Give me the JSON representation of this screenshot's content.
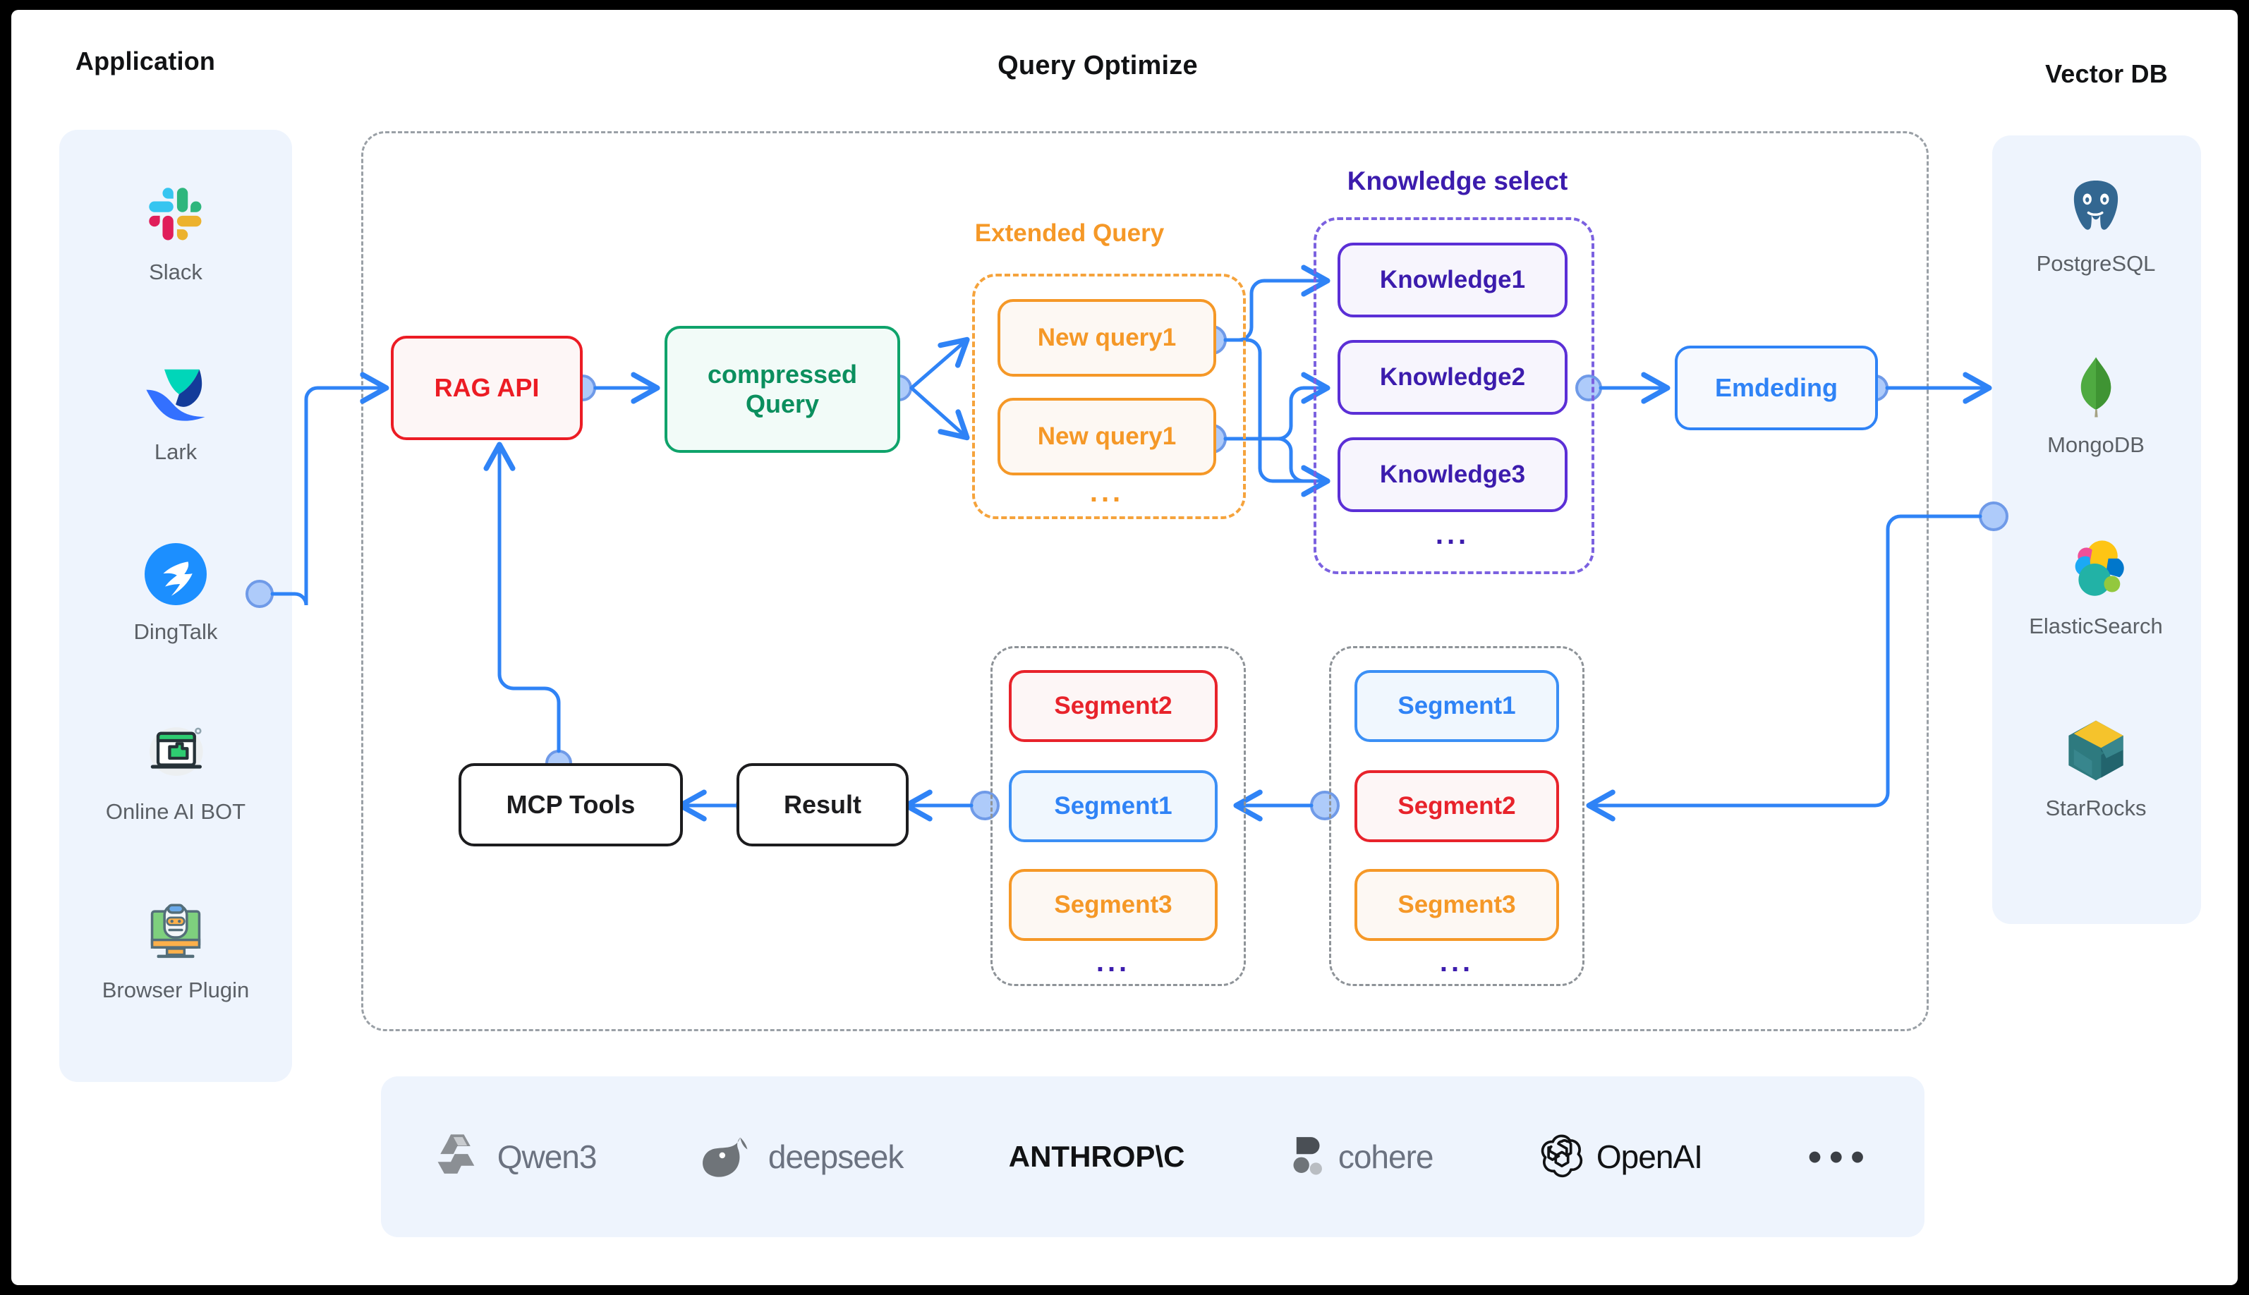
{
  "columns": {
    "application": "Application",
    "query_optimize": "Query Optimize",
    "vector_db": "Vector DB"
  },
  "applications": [
    {
      "name": "Slack",
      "icon": "slack-icon"
    },
    {
      "name": "Lark",
      "icon": "lark-icon"
    },
    {
      "name": "DingTalk",
      "icon": "dingtalk-icon"
    },
    {
      "name": "Online AI BOT",
      "icon": "online-ai-bot-icon"
    },
    {
      "name": "Browser Plugin",
      "icon": "browser-plugin-icon"
    }
  ],
  "vector_dbs": [
    {
      "name": "PostgreSQL",
      "icon": "postgresql-icon"
    },
    {
      "name": "MongoDB",
      "icon": "mongodb-icon"
    },
    {
      "name": "ElasticSearch",
      "icon": "elasticsearch-icon"
    },
    {
      "name": "StarRocks",
      "icon": "starrocks-icon"
    }
  ],
  "nodes": {
    "rag_api": "RAG API",
    "compressed_query": "compressed Query",
    "embedding": "Emdeding",
    "mcp_tools": "MCP Tools",
    "result": "Result"
  },
  "groups": {
    "extended_query": {
      "title": "Extended Query",
      "items": [
        "New query1",
        "New query1"
      ],
      "more": "..."
    },
    "knowledge_select": {
      "title": "Knowledge select",
      "items": [
        "Knowledge1",
        "Knowledge2",
        "Knowledge3"
      ],
      "more": "..."
    },
    "segments_right": {
      "items": [
        "Segment1",
        "Segment2",
        "Segment3"
      ],
      "more": "..."
    },
    "segments_left": {
      "items": [
        "Segment2",
        "Segment1",
        "Segment3"
      ],
      "more": "..."
    }
  },
  "models": [
    {
      "name": "Qwen3",
      "icon": "qwen-icon"
    },
    {
      "name": "deepseek",
      "icon": "deepseek-icon"
    },
    {
      "name": "ANTHROP\\C",
      "icon": "anthropic-wordmark"
    },
    {
      "name": "cohere",
      "icon": "cohere-icon"
    },
    {
      "name": "OpenAI",
      "icon": "openai-icon"
    },
    {
      "name": "•••",
      "icon": "more-dots-icon"
    }
  ],
  "colors": {
    "red": "#ec1c24",
    "green": "#0fa36b",
    "orange": "#f59827",
    "purple": "#5b2fd6",
    "blue": "#2f83f6",
    "panel_bg": "#eef4fd",
    "dash_gray": "#9aa0a6"
  }
}
